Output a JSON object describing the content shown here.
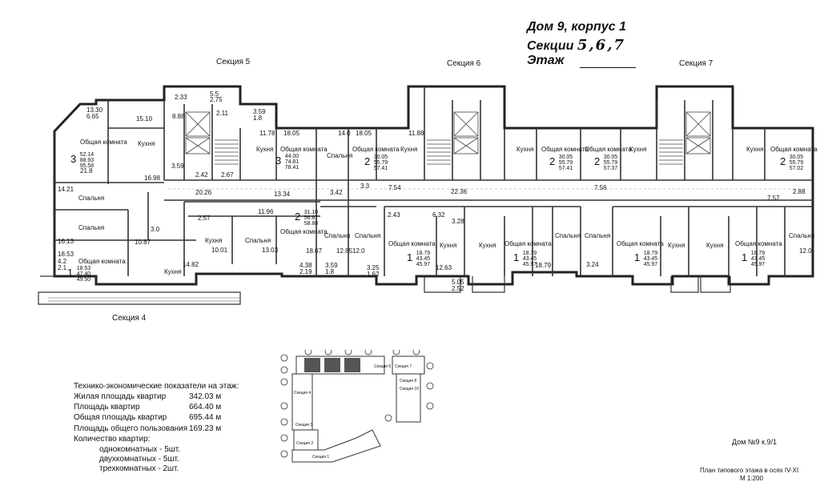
{
  "header": {
    "line1": "Дом 9, корпус 1",
    "line2_prefix": "Секции ",
    "line2_sections": "5,6,7",
    "line3": "Этаж"
  },
  "section_labels": [
    "Секция 5",
    "Секция 6",
    "Секция 7",
    "Секция 4"
  ],
  "room_names": {
    "kitchen": "Кухня",
    "living": "Общая комната",
    "bedroom": "Спальня"
  },
  "apartments": [
    {
      "rooms": "3",
      "vals": [
        "52.14",
        "88.93",
        "95.58"
      ]
    },
    {
      "rooms": "3",
      "vals": [
        "44.00",
        "74.81",
        "78.41"
      ]
    },
    {
      "rooms": "2",
      "vals": [
        "31.10",
        "56.67",
        "58.88"
      ]
    },
    {
      "rooms": "2",
      "vals": [
        "30.05",
        "55.79",
        "57.41"
      ]
    },
    {
      "rooms": "2",
      "vals": [
        "30.05",
        "55.79",
        "57.41"
      ]
    },
    {
      "rooms": "2",
      "vals": [
        "30.05",
        "55.79",
        "57.37"
      ]
    },
    {
      "rooms": "2",
      "vals": [
        "30.05",
        "55.79",
        "57.02"
      ]
    },
    {
      "rooms": "1",
      "vals": [
        "18.53",
        "47.40",
        "49.50"
      ]
    },
    {
      "rooms": "1",
      "vals": [
        "18.79",
        "43.45",
        "45.97"
      ]
    },
    {
      "rooms": "1",
      "vals": [
        "18.79",
        "43.45",
        "45.97"
      ]
    },
    {
      "rooms": "1",
      "vals": [
        "18.79",
        "43.45",
        "45.97"
      ]
    },
    {
      "rooms": "1",
      "vals": [
        "18.79",
        "43.45",
        "45.97"
      ]
    }
  ],
  "areas": [
    "13.30",
    "6.65",
    "15.10",
    "21.8",
    "16.98",
    "14.21",
    "16.13",
    "10.87",
    "14.82",
    "18.53",
    "4.2",
    "2.1",
    "3.0",
    "2.33",
    "5.5",
    "2.75",
    "8.88",
    "2.11",
    "3.59",
    "1.8",
    "20.26",
    "2.42",
    "2.67",
    "3.59",
    "2.57",
    "11.96",
    "10.01",
    "13.03",
    "11.78",
    "18.05",
    "14.0",
    "13.34",
    "18.07",
    "12.85",
    "4.38",
    "2.19",
    "3.59",
    "1.8",
    "3.42",
    "12.0",
    "3.25",
    "1.62",
    "3.3",
    "7.54",
    "18.05",
    "11.88",
    "22.36",
    "6.32",
    "3.28",
    "12.63",
    "5.05",
    "2.52",
    "2.43",
    "18.79",
    "7.56",
    "7.57",
    "2.88",
    "12.0",
    "3.24"
  ],
  "stats": {
    "title": "Технико-экономические показатели на этаж:",
    "rows": [
      {
        "label": "Жилая площадь квартир",
        "value": "342.03 м"
      },
      {
        "label": "Площадь квартир",
        "value": "664.40 м"
      },
      {
        "label": "Общая площадь квартир",
        "value": "695.44 м"
      },
      {
        "label": "Площадь общего пользования",
        "value": "169.23 м"
      }
    ],
    "count_title": "Количество квартир:",
    "counts": [
      "однокомнатных  - 5шт.",
      "двухкомнатных  - 5шт.",
      "трехкомнатных  - 2шт."
    ]
  },
  "key_plan": {
    "labels": [
      "Секция 4",
      "Секция 3",
      "Секция 2",
      "Секция 1",
      "Секция 6",
      "Секция 7",
      "Секция 8",
      "Секция 10"
    ]
  },
  "footer": {
    "doc_id": "Дом №9 к.9/1",
    "plan_title": "План типового этажа в осях IV-XI",
    "scale": "М 1:200"
  }
}
